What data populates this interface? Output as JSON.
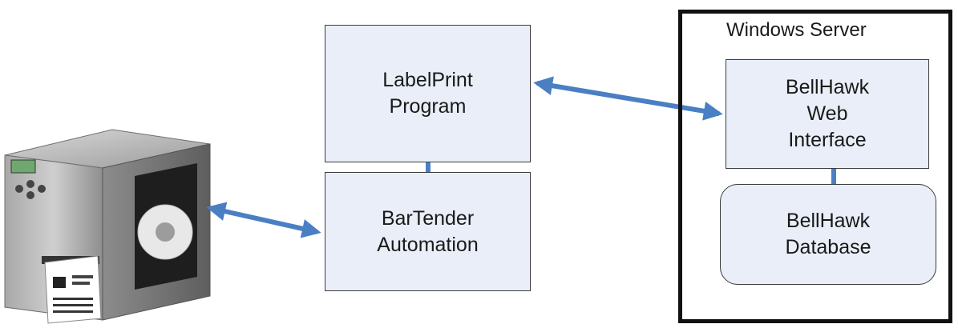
{
  "diagram": {
    "server": {
      "title": "Windows Server"
    },
    "nodes": {
      "labelprint": {
        "lines": [
          "LabelPrint",
          "Program"
        ]
      },
      "bartender": {
        "lines": [
          "BarTender",
          "Automation"
        ]
      },
      "web": {
        "lines": [
          "BellHawk",
          "Web",
          "Interface"
        ]
      },
      "database": {
        "lines": [
          "BellHawk",
          "Database"
        ]
      }
    },
    "edges": [
      {
        "from": "printer",
        "to": "bartender",
        "style": "double-arrow"
      },
      {
        "from": "labelprint",
        "to": "web",
        "style": "double-arrow"
      },
      {
        "from": "labelprint",
        "to": "bartender",
        "style": "line"
      },
      {
        "from": "web",
        "to": "database",
        "style": "line"
      }
    ],
    "printer": {
      "icon": "label-printer-icon"
    },
    "colors": {
      "box_fill": "#e9eef8",
      "arrow": "#4a7fc4",
      "frame": "#111111"
    }
  }
}
